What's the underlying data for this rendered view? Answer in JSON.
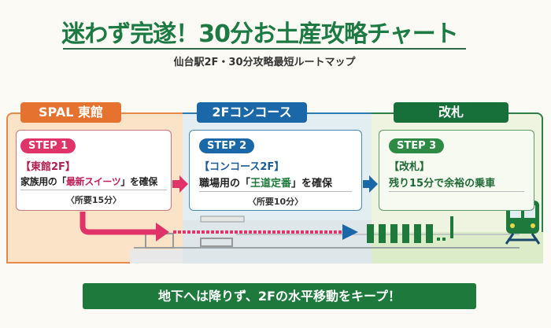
{
  "header": {
    "title": "迷わず完遂！30分お土産攻略チャート",
    "subtitle": "仙台駅2F・30分攻略最短ルートマップ"
  },
  "zones": [
    {
      "label": "SPAL 東館",
      "color": "#e6722f"
    },
    {
      "label": "2Fコンコース",
      "color": "#1a68a8"
    },
    {
      "label": "改札",
      "color": "#17703a"
    }
  ],
  "steps": [
    {
      "badge": "STEP 1",
      "location": "【東館2F】",
      "desc_pre": "家族用の「",
      "desc_em": "最新スイーツ",
      "desc_post": "」を確保",
      "time": "〈所要15分〉",
      "color": "#e0336a"
    },
    {
      "badge": "STEP 2",
      "location": "【コンコース2F】",
      "desc_pre": "職場用の「",
      "desc_em": "王道定番",
      "desc_post": "」を確保",
      "time": "〈所要10分〉",
      "color": "#1a68a8"
    },
    {
      "badge": "STEP 3",
      "location": "【改札】",
      "desc_pre": "残り15分で余裕の乗車",
      "desc_em": "",
      "desc_post": "",
      "color": "#2e8b45"
    }
  ],
  "footer": {
    "banner": "地下へは降りず、2Fの水平移動をキープ！"
  }
}
